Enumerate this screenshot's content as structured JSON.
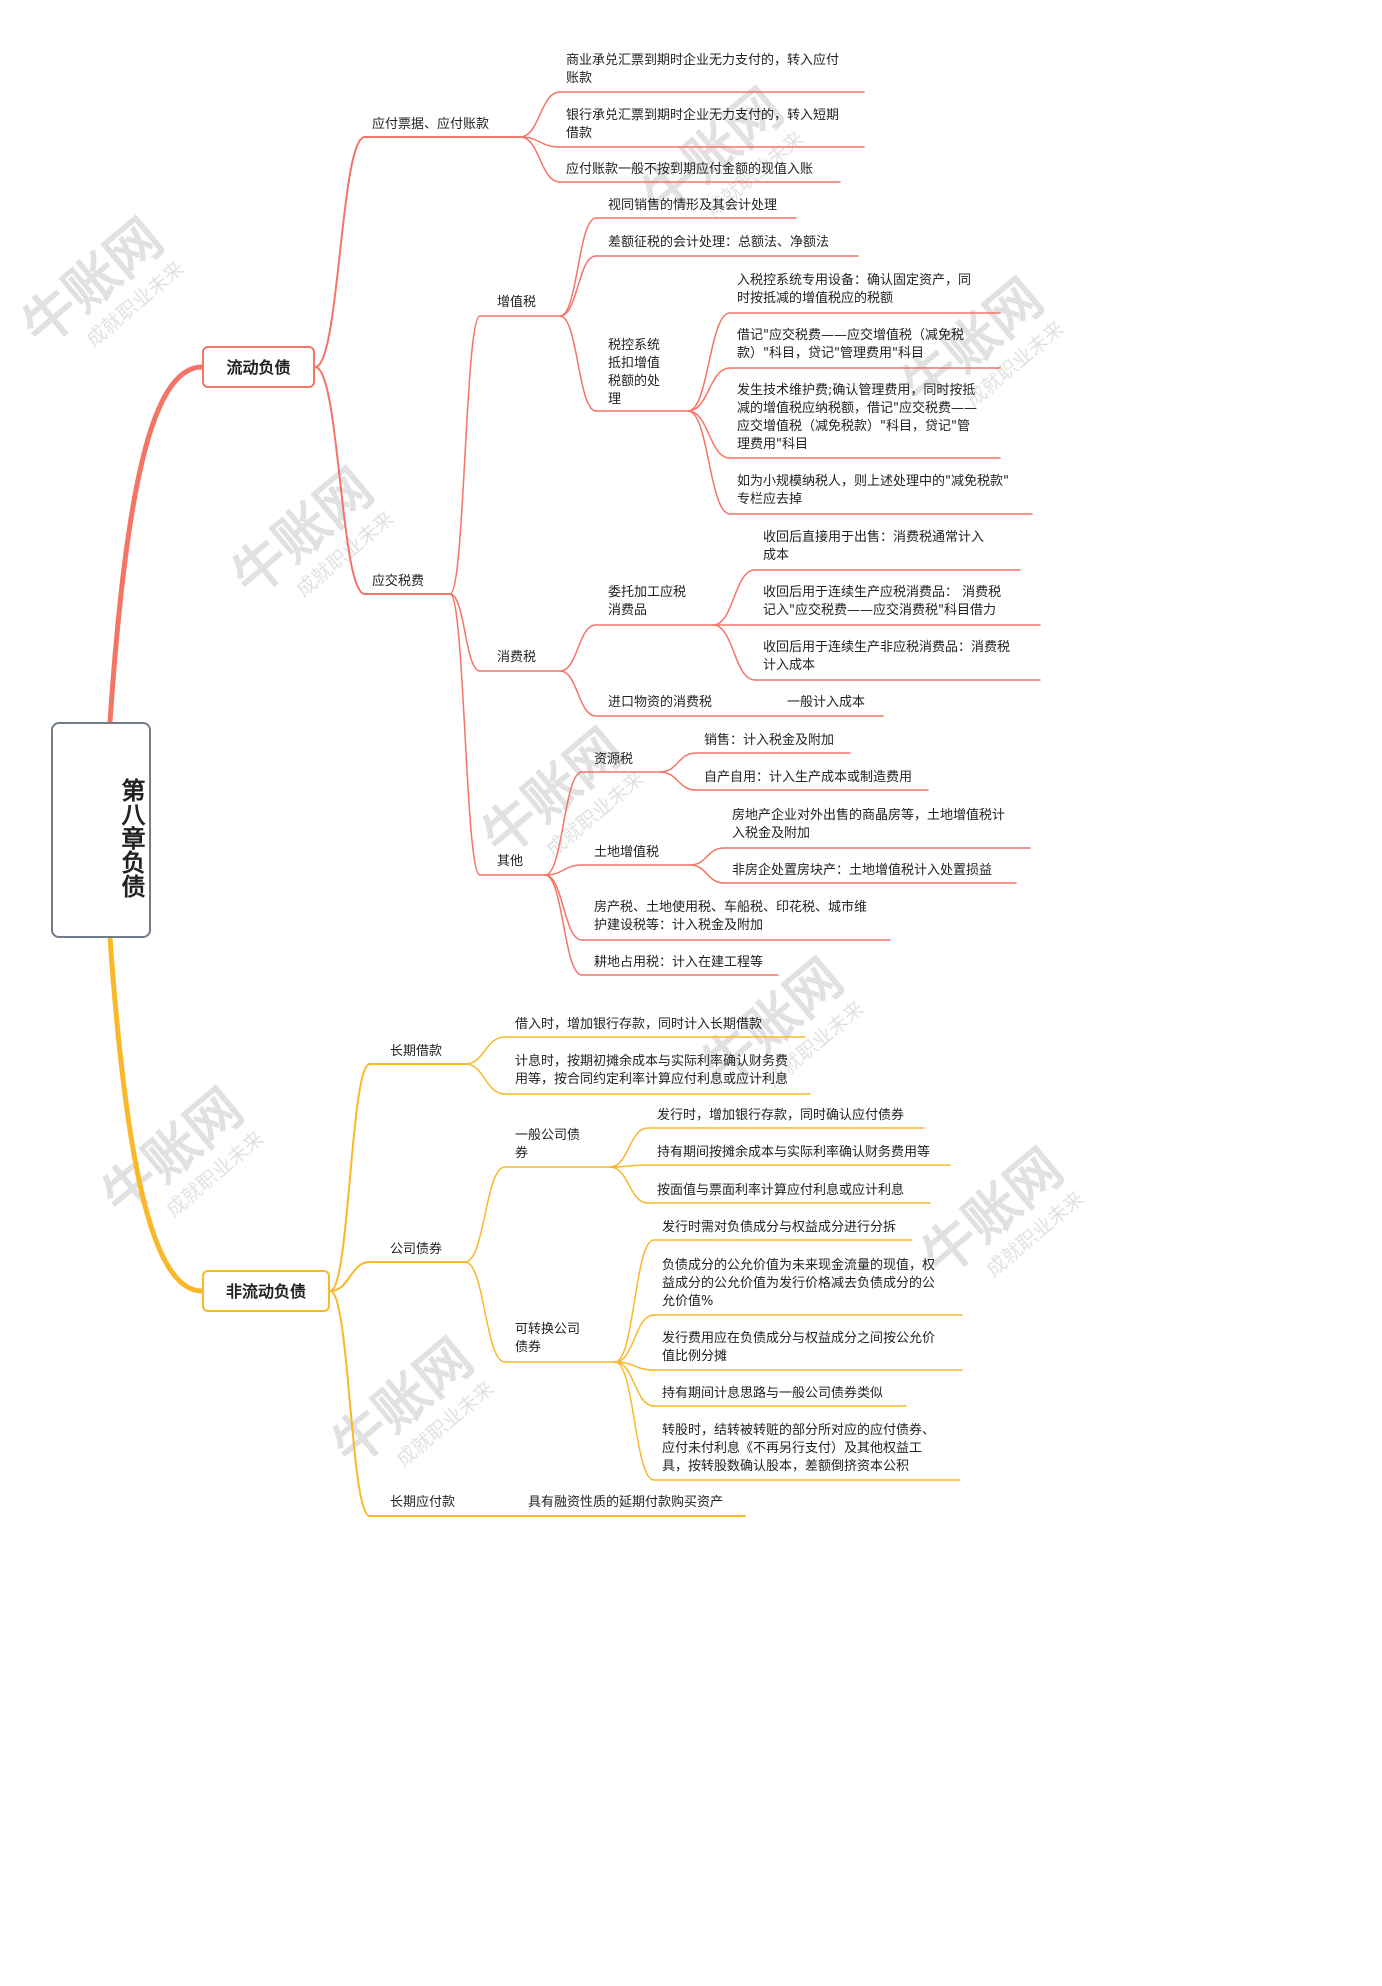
{
  "root": {
    "label": "第八章负债"
  },
  "colors": {
    "current": "#f47466",
    "noncurrent": "#f9b72a",
    "root_border": "#6f7d8c"
  },
  "watermark": {
    "main": "牛账网",
    "sub": "成就职业未来"
  },
  "current": {
    "label": "流动负债",
    "ap": {
      "label": "应付票据、应付账款",
      "items": [
        [
          "商业承兑汇票到期时企业无力支付的，转入应付",
          "账款"
        ],
        [
          "银行承兑汇票到期时企业无力支付的，转入短期",
          "借款"
        ],
        [
          "应付账款一般不按到期应付金额的现值入账"
        ]
      ]
    },
    "tax": {
      "label": "应交税费",
      "vat": {
        "label": "增值税",
        "a": "视同销售的情形及其会计处理",
        "b": "差额征税的会计处理：总额法、净额法",
        "ctrl": {
          "label": [
            "税控系统",
            "抵扣增值",
            "税额的处",
            "理"
          ],
          "items": [
            [
              "入税控系统专用设备：确认固定资产，同",
              "时按抵减的增值税应的税额"
            ],
            [
              "借记\"应交税费——应交增值税（减免税",
              "款）\"科目，贷记\"管理费用\"科目"
            ],
            [
              "发生技术维护费;确认管理费用，同时按抵",
              "减的增值税应纳税额，借记\"应交税费——",
              "应交增值税（减免税款）\"科目，贷记\"管",
              "理费用\"科目"
            ],
            [
              "如为小规模纳税人，则上述处理中的\"减免税款\"",
              "专栏应去掉"
            ]
          ]
        }
      },
      "consumption": {
        "label": "消费税",
        "entrusted": {
          "label": [
            "委托加工应税",
            "消费品"
          ],
          "items": [
            [
              "收回后直接用于出售：消费税通常计入",
              "成本"
            ],
            [
              "收回后用于连续生产应税消费品： 消费税",
              "记入\"应交税费——应交消费税\"科目借力"
            ],
            [
              "收回后用于连续生产非应税消费品：消费税",
              "计入成本"
            ]
          ]
        },
        "import": {
          "label": "进口物资的消费税",
          "value": "一般计入成本"
        }
      },
      "other": {
        "label": "其他",
        "resource": {
          "label": "资源税",
          "items": [
            "销售：计入税金及附加",
            "自产自用：计入生产成本或制造费用"
          ]
        },
        "land_vat": {
          "label": "土地增值税",
          "items": [
            [
              "房地产企业对外出售的商晶房等，土地增值税计",
              "入税金及附加"
            ],
            [
              "非房企处置房块产：土地增值税计入处置损益"
            ]
          ]
        },
        "misc": [
          "房产税、土地使用税、车船税、印花税、城市维",
          "护建设税等：计入税金及附加"
        ],
        "farmland": "耕地占用税：计入在建工程等"
      }
    }
  },
  "noncurrent": {
    "label": "非流动负债",
    "loan": {
      "label": "长期借款",
      "items": [
        [
          "借入时，增加银行存款，同时计入长期借款"
        ],
        [
          "计息时，按期初摊余成本与实际利率确认财务费",
          "用等，按合同约定利率计算应付利息或应计利息"
        ]
      ]
    },
    "bonds": {
      "label": "公司债券",
      "general": {
        "label": [
          "一般公司债",
          "券"
        ],
        "items": [
          "发行时，增加银行存款，同时确认应付债券",
          "持有期间按摊余成本与实际利率确认财务费用等",
          "按面值与票面利率计算应付利息或应计利息"
        ]
      },
      "convertible": {
        "label": [
          "可转换公司",
          "债券"
        ],
        "items": [
          [
            "发行时需对负债成分与权益成分进行分拆"
          ],
          [
            "负债成分的公允价值为未来现金流量的现值，权",
            "益成分的公允价值为发行价格减去负债成分的公",
            "允价值%"
          ],
          [
            "发行费用应在负债成分与权益成分之间按公允价",
            "值比例分摊"
          ],
          [
            "持有期间计息思路与一般公司债券类似"
          ],
          [
            "转股时，结转被转赃的部分所对应的应付债券、",
            "应付未付利息《不再另行支付）及其他权益工",
            "具，按转股数确认股本，差额倒挤资本公积"
          ]
        ]
      }
    },
    "lease": {
      "label": "长期应付款",
      "value": "具有融资性质的延期付款购买资产"
    }
  }
}
